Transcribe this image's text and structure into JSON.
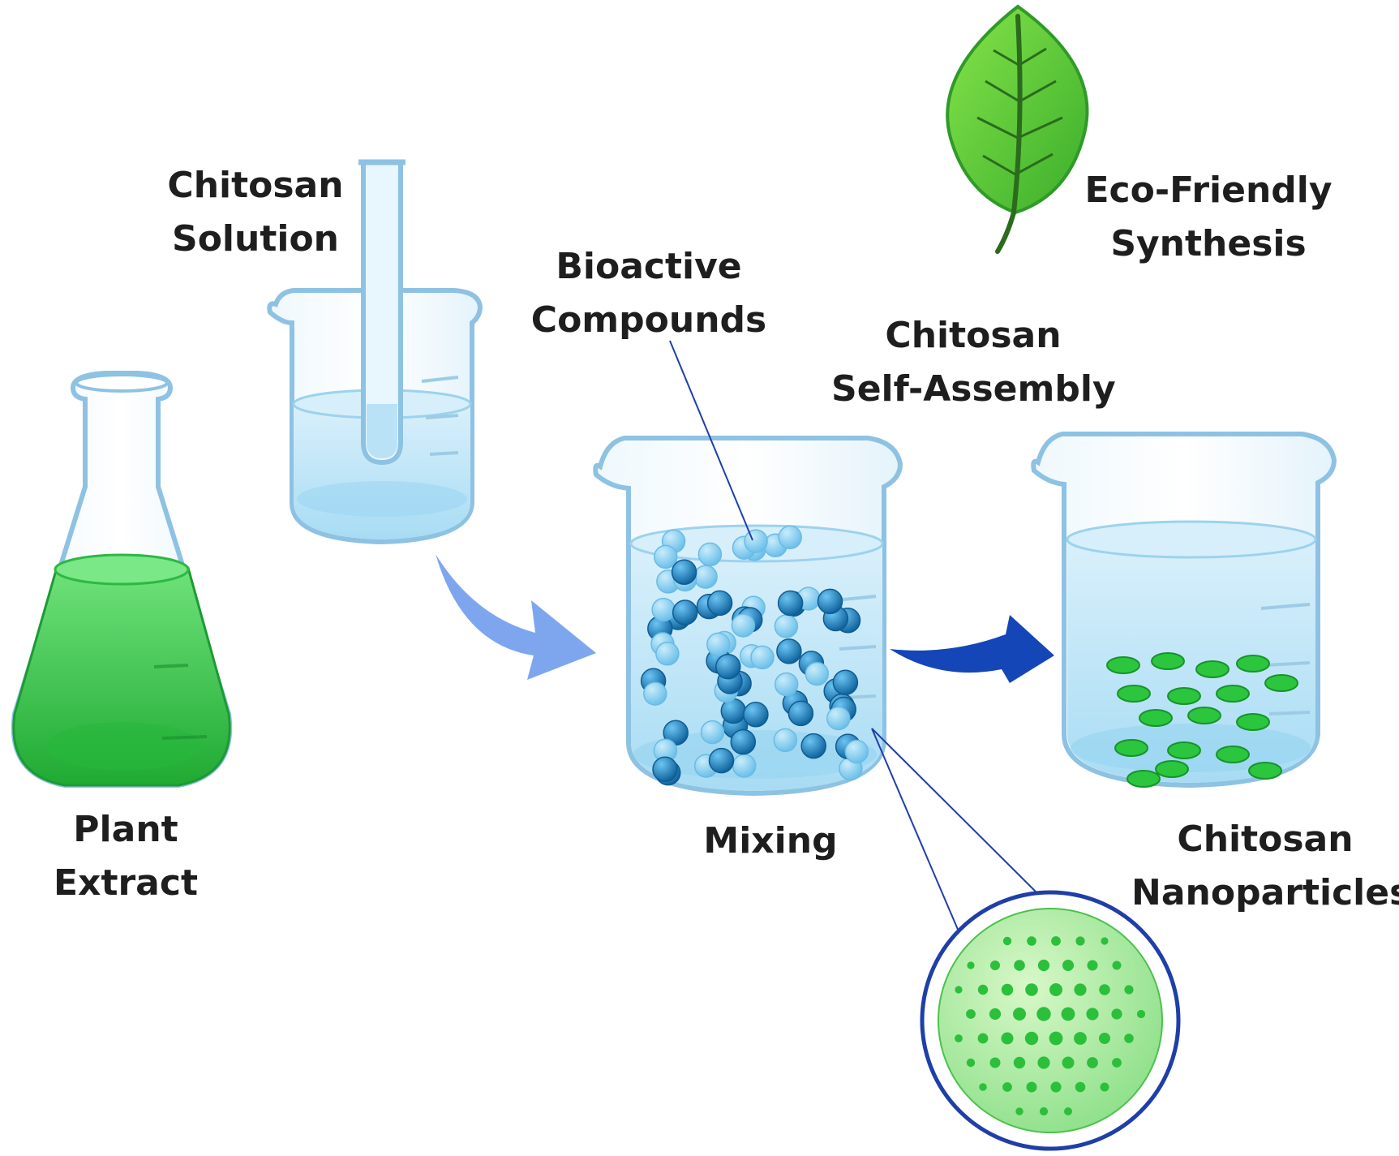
{
  "labels": {
    "chitosan_solution": [
      "Chitosan",
      "Solution"
    ],
    "plant_extract": [
      "Plant",
      "Extract"
    ],
    "bioactive_compounds": [
      "Bioactive",
      "Compounds"
    ],
    "eco_friendly": [
      "Eco-Friendly",
      "Synthesis"
    ],
    "self_assembly": [
      "Chitosan",
      "Self-Assembly"
    ],
    "mixing": [
      "Mixing"
    ],
    "nanoparticles": [
      "Chitosan",
      "Nanoparticles"
    ]
  },
  "colors": {
    "plant_extract_liquid": "#2fcf43",
    "water_light": "#bfe4f7",
    "water_mid": "#8fd0f0",
    "glass_outline": "#8ec2e3",
    "arrow_light": "#7ea6ef",
    "arrow_dark": "#1546b7",
    "compound_light": "#6cc4ee",
    "compound_dark": "#1a7fc7",
    "nanoparticle": "#2cc53e",
    "leaf": "#5ccf35",
    "zoom_ring": "#1f3fa8"
  },
  "icons": [
    "flask-icon",
    "beaker-icon",
    "test-tube-icon",
    "leaf-icon",
    "arrow-icon",
    "nanoparticle-sphere-icon"
  ]
}
